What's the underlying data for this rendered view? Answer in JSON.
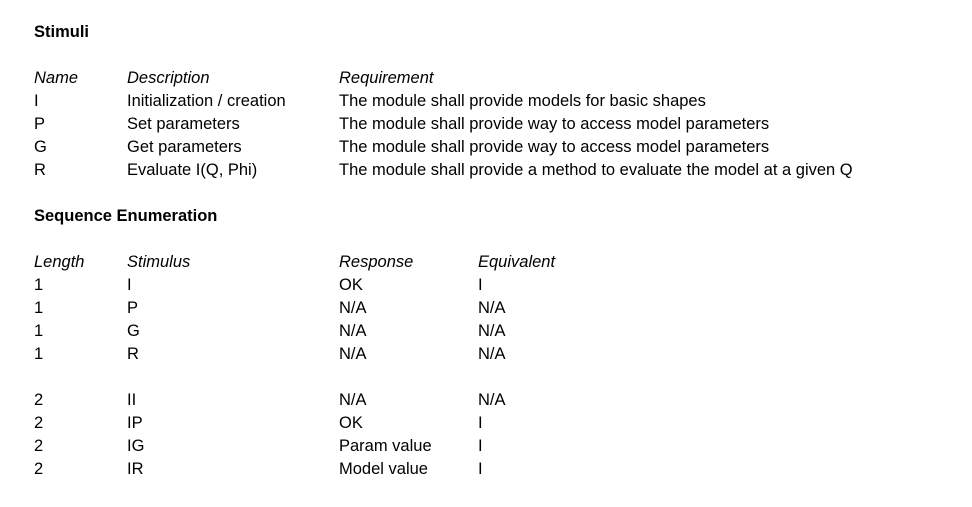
{
  "stimuli": {
    "title": "Stimuli",
    "headers": [
      "Name",
      "Description",
      "Requirement"
    ],
    "rows": [
      [
        "I",
        "Initialization / creation",
        "The module shall provide models for basic shapes"
      ],
      [
        "P",
        "Set parameters",
        "The module shall provide way to access model parameters"
      ],
      [
        "G",
        "Get parameters",
        "The module shall provide way to access model parameters"
      ],
      [
        "R",
        "Evaluate I(Q, Phi)",
        "The module shall provide a method to evaluate the model at a given Q"
      ]
    ]
  },
  "sequence": {
    "title": "Sequence Enumeration",
    "headers": [
      "Length",
      "Stimulus",
      "Response",
      "Equivalent"
    ],
    "rows": [
      [
        "1",
        "I",
        "OK",
        "I"
      ],
      [
        "1",
        "P",
        "N/A",
        "N/A"
      ],
      [
        "1",
        "G",
        "N/A",
        "N/A"
      ],
      [
        "1",
        "R",
        "N/A",
        "N/A"
      ],
      [
        "2",
        "II",
        "N/A",
        "N/A"
      ],
      [
        "2",
        "IP",
        "OK",
        "I"
      ],
      [
        "2",
        "IG",
        "Param value",
        "I"
      ],
      [
        "2",
        "IR",
        "Model value",
        "I"
      ]
    ]
  }
}
